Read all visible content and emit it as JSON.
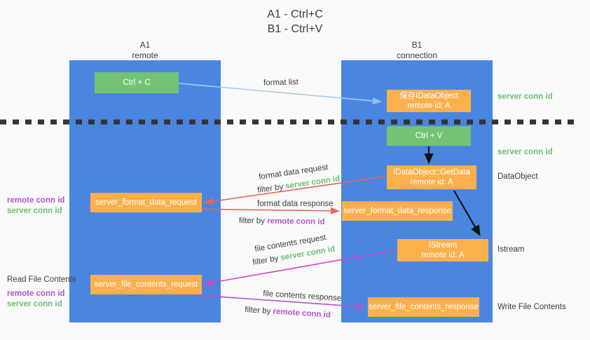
{
  "title": {
    "line1": "A1 - Ctrl+C",
    "line2": "B1 - Ctrl+V"
  },
  "columns": [
    {
      "name": "A1",
      "sub": "remote"
    },
    {
      "name": "B1",
      "sub": "connection"
    }
  ],
  "boxes": {
    "ctrl_c": {
      "line1": "Ctrl + C"
    },
    "idataobject": {
      "line1": "保存IDataObject",
      "line2": "remote id: A"
    },
    "ctrl_v": {
      "line1": "Ctrl + V"
    },
    "getdata": {
      "line1": "IDataObject::GetData",
      "line2": "remote id: A"
    },
    "server_format_data_request": {
      "line1": "server_format_data_request"
    },
    "server_format_data_response": {
      "line1": "server_format_data_response"
    },
    "istream": {
      "line1": "IStream",
      "line2": "remote id: A"
    },
    "server_file_contents_request": {
      "line1": "server_file_contents_request"
    },
    "server_file_contents_response": {
      "line1": "server_file_contents_response"
    }
  },
  "arrows": {
    "format_list": {
      "caption": "format list"
    },
    "format_data_request": {
      "caption": "format data request",
      "filter_prefix": "filter by ",
      "filter_key": "server conn id"
    },
    "format_data_response": {
      "caption": "format data response",
      "filter_prefix": "filter by ",
      "filter_key": "remote conn id"
    },
    "file_contents_request": {
      "caption": "file contents request",
      "filter_prefix": "filter by ",
      "filter_key": "server conn id"
    },
    "file_contents_response": {
      "caption": "file contents response",
      "filter_prefix": "filter by ",
      "filter_key": "remote conn id"
    }
  },
  "side_labels": {
    "right_server_conn_top": "server conn id",
    "right_server_conn_mid": "server conn id",
    "right_dataobject": "DataObject",
    "right_istream": "Istream",
    "right_write_file_contents": "Write File Contents",
    "left_remote_conn_1": "remote conn id",
    "left_server_conn_1": "server conn id",
    "left_read_file_contents": "Read File Contents",
    "left_remote_conn_2": "remote conn id",
    "left_server_conn_2": "server conn id"
  },
  "colors": {
    "background": "#f9f9f9",
    "column_blue": "#4a86e0",
    "green_box": "#73c276",
    "orange_box": "#fbb04c",
    "text_dark": "#3c3c3c",
    "green_text": "#6cbf73",
    "purple_text": "#b455c9",
    "arrow_light_blue": "#a8cdf0",
    "arrow_red": "#e8645f",
    "arrow_magenta": "#d63fc4",
    "arrow_purple": "#b455c9",
    "arrow_black": "#111111",
    "divider": "#333333"
  }
}
